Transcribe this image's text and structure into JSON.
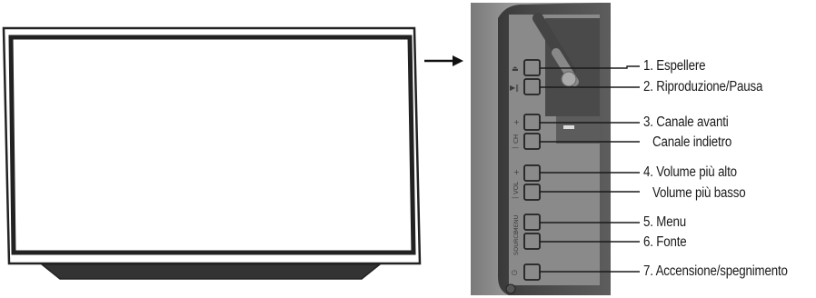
{
  "callouts": [
    {
      "id": "eject",
      "label": "1. Espellere"
    },
    {
      "id": "play-pause",
      "label": "2. Riproduzione/Pausa"
    },
    {
      "id": "channel-up",
      "label": "3. Canale avanti"
    },
    {
      "id": "channel-down",
      "label": "Canale indietro"
    },
    {
      "id": "volume-up",
      "label": "4. Volume più alto"
    },
    {
      "id": "volume-down",
      "label": "Volume più basso"
    },
    {
      "id": "menu",
      "label": "5. Menu"
    },
    {
      "id": "source",
      "label": "6. Fonte"
    },
    {
      "id": "power",
      "label": "7. Accensione/spegnimento"
    }
  ],
  "panel_labels": {
    "eject": "⏏",
    "play": "▶‖",
    "ch_plus": "+",
    "ch": "CH",
    "ch_minus": "—",
    "vol_plus": "+",
    "vol": "VOL",
    "vol_minus": "—",
    "menu": "MENU",
    "source": "SOURCE",
    "power": "⏻"
  },
  "colors": {
    "line": "#1a1a1a",
    "tv_frame": "#222222",
    "tv_stand": "#333333",
    "panel_bg": "#8f8f8f",
    "panel_dark": "#3a3a3a"
  }
}
